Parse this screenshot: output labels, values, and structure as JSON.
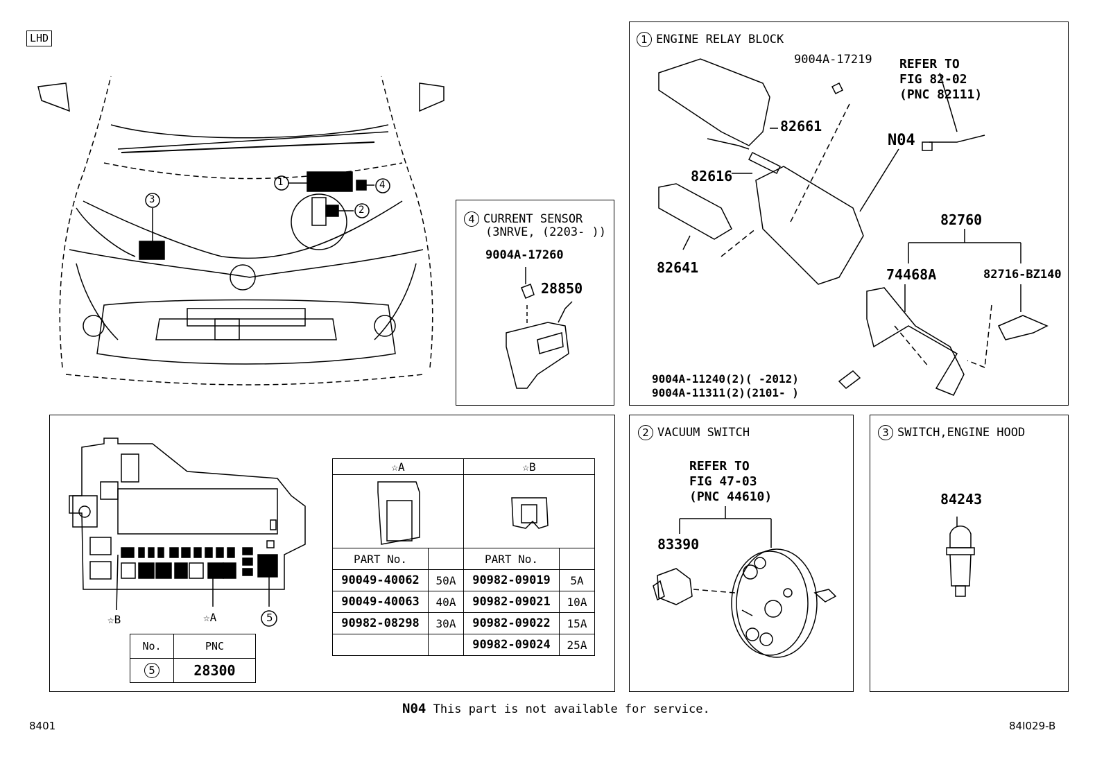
{
  "lhd_label": "LHD",
  "overview": {
    "callouts": [
      "1",
      "2",
      "3",
      "4"
    ]
  },
  "engine_relay_block": {
    "num": "1",
    "title": "ENGINE RELAY BLOCK",
    "part_17219": "9004A-17219",
    "refer": [
      "REFER TO",
      "FIG 82-02",
      "(PNC 82111)"
    ],
    "n04": "N04",
    "p82661": "82661",
    "p82616": "82616",
    "p82641": "82641",
    "p82760": "82760",
    "p74468a": "74468A",
    "p82716": "82716-BZ140",
    "bolt1": "9004A-11240(2)(     -2012)",
    "bolt2": "9004A-11311(2)(2101-     )"
  },
  "current_sensor": {
    "num": "4",
    "title": "CURRENT SENSOR",
    "subtitle": "(3NRVE, (2203-      ))",
    "nut": "9004A-17260",
    "part": "28850"
  },
  "fuse_box": {
    "label_b": "☆B",
    "label_a": "☆A",
    "num5": "5",
    "pnc_table": {
      "h_no": "No.",
      "h_pnc": "PNC",
      "no": "5",
      "pnc": "28300"
    },
    "fuse_table": {
      "col_a": "☆A",
      "col_b": "☆B",
      "h_part": "PART No.",
      "rows": [
        [
          "90049-40062",
          "50A",
          "90982-09019",
          "5A"
        ],
        [
          "90049-40063",
          "40A",
          "90982-09021",
          "10A"
        ],
        [
          "90982-08298",
          "30A",
          "90982-09022",
          "15A"
        ],
        [
          "",
          "",
          "90982-09024",
          "25A"
        ]
      ]
    }
  },
  "vacuum_switch": {
    "num": "2",
    "title": "VACUUM SWITCH",
    "refer": [
      "REFER TO",
      "FIG 47-03",
      "(PNC 44610)"
    ],
    "part": "83390"
  },
  "hood_switch": {
    "num": "3",
    "title": "SWITCH,ENGINE HOOD",
    "part": "84243"
  },
  "footer": {
    "n04": "N04",
    "note": "This part is not available for service.",
    "left": "8401",
    "right": "84I029-B"
  }
}
